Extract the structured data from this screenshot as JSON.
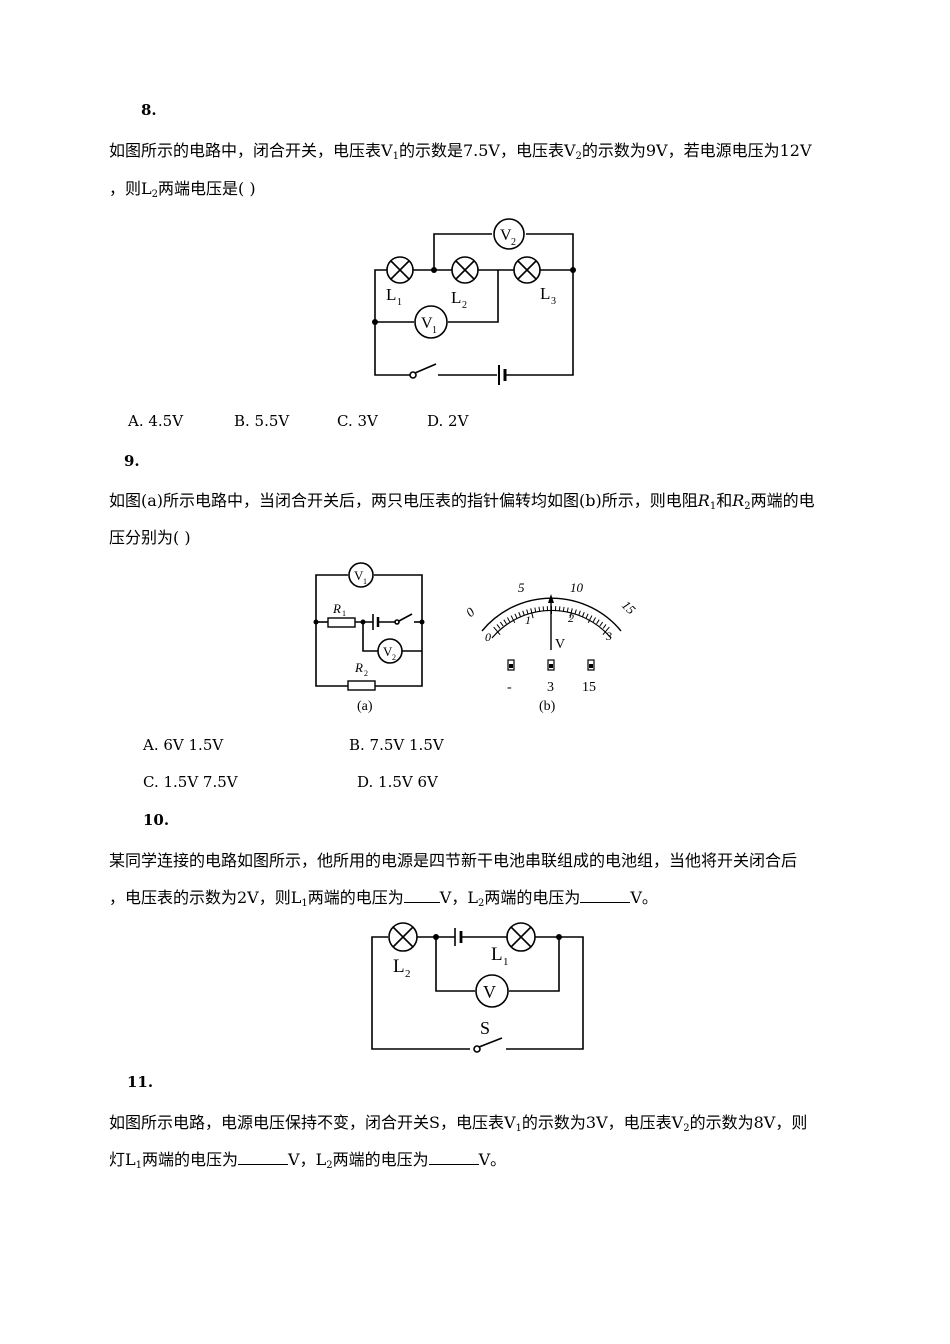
{
  "q8": {
    "number": "8.",
    "line1_a": "如图所示的电路中，闭合开关，电压表V",
    "line1_sub1": "1",
    "line1_b": "的示数是7.5V，电压表V",
    "line1_sub2": "2",
    "line1_c": "的示数为9V，若电源电压为12V",
    "line2_a": "，则L",
    "line2_sub": "2",
    "line2_b": "两端电压是(    )",
    "options": [
      "A. 4.5V",
      "B. 5.5V",
      "C. 3V",
      "D. 2V"
    ],
    "figure_labels": {
      "v2": "V",
      "v2_sub": "2",
      "v1": "V",
      "v1_sub": "1",
      "l1": "L",
      "l1_sub": "1",
      "l2": "L",
      "l2_sub": "2",
      "l3": "L",
      "l3_sub": "3"
    }
  },
  "q9": {
    "number": "9.",
    "line1_a": "如图(a)所示电路中，当闭合开关后，两只电压表的指针偏转均如图(b)所示，则电阻",
    "line1_r1": "R",
    "line1_sub1": "1",
    "line1_and": "和",
    "line1_r2": "R",
    "line1_sub2": "2",
    "line1_b": "两端的电",
    "line2": "压分别为(    )",
    "options": [
      "A. 6V    1.5V",
      "B. 7.5V    1.5V",
      "C. 1.5V    7.5V",
      "D. 1.5V    6V"
    ],
    "figure_a": {
      "v1": "V",
      "v1_sub": "1",
      "v2": "V",
      "v2_sub": "2",
      "r1": "R",
      "r1_sub": "1",
      "r2": "R",
      "r2_sub": "2",
      "caption": "(a)"
    },
    "figure_b": {
      "outer_ticks": [
        "0",
        "5",
        "10",
        "15"
      ],
      "inner_ticks": [
        "0",
        "1",
        "2",
        "3"
      ],
      "unit": "V",
      "terminals": [
        "-",
        "3",
        "15"
      ],
      "caption": "(b)",
      "needle_reading_fraction": 0.5
    }
  },
  "q10": {
    "number": "10.",
    "line1": "某同学连接的电路如图所示，他所用的电源是四节新干电池串联组成的电池组，当他将开关闭合后",
    "line2_a": "，电压表的示数为2V，则L",
    "line2_sub1": "1",
    "line2_b": "两端的电压为",
    "line2_c": "V，L",
    "line2_sub2": "2",
    "line2_d": "两端的电压为",
    "line2_e": "V。",
    "figure_labels": {
      "l2": "L",
      "l2_sub": "2",
      "l1": "L",
      "l1_sub": "1",
      "v": "V",
      "s": "S"
    }
  },
  "q11": {
    "number": "11.",
    "line1_a": "如图所示电路，电源电压保持不变，闭合开关S，电压表V",
    "line1_sub1": "1",
    "line1_b": "的示数为3V，电压表V",
    "line1_sub2": "2",
    "line1_c": "的示数为8V，则",
    "line2_a": "灯L",
    "line2_sub1": "1",
    "line2_b": "两端的电压为",
    "line2_c": "V，L",
    "line2_sub2": "2",
    "line2_d": "两端的电压为",
    "line2_e": "V。"
  }
}
